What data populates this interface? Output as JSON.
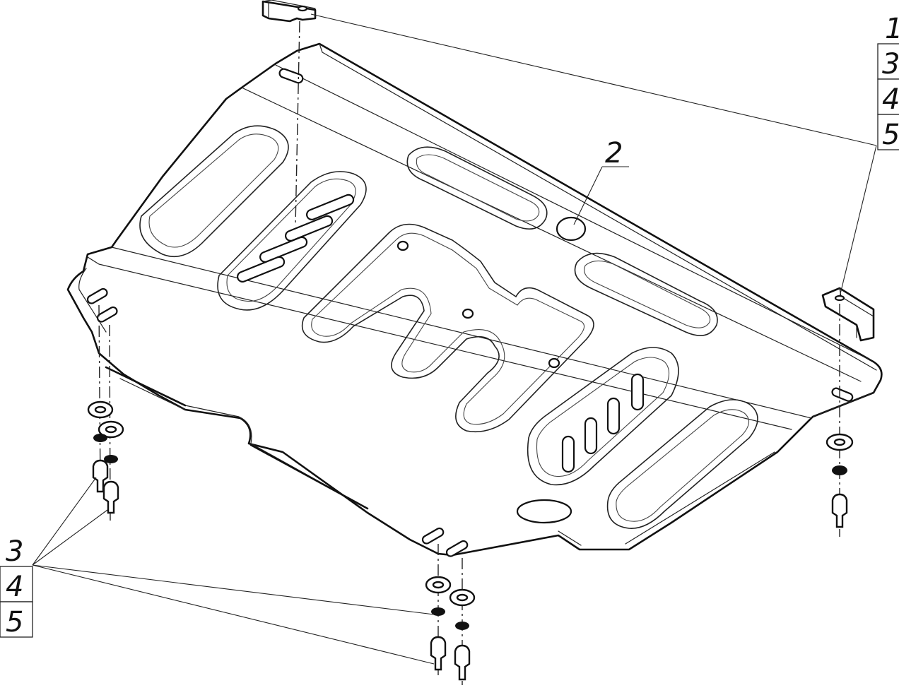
{
  "labels": {
    "top_right_item": "1",
    "center_item": "2",
    "right_stack": [
      "3",
      "4",
      "5"
    ],
    "left_stack": [
      "3",
      "4",
      "5"
    ]
  },
  "colors": {
    "line": "#111111",
    "background": "#ffffff"
  }
}
